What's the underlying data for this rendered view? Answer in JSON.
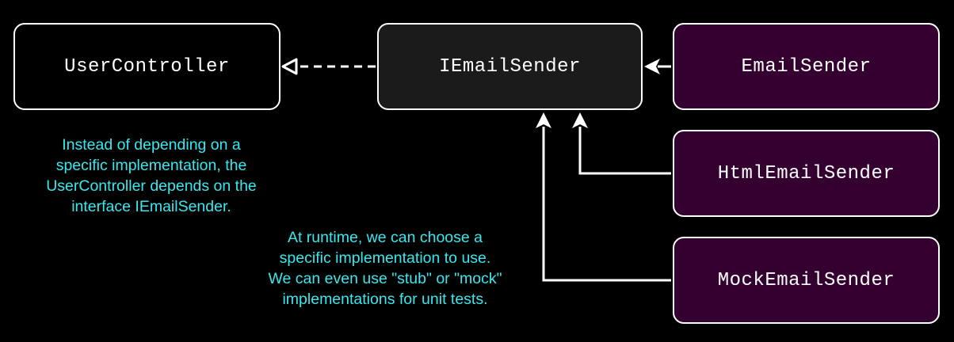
{
  "diagram": {
    "boxes": {
      "user_controller": "UserController",
      "interface": "IEmailSender",
      "email_sender": "EmailSender",
      "html_email_sender": "HtmlEmailSender",
      "mock_email_sender": "MockEmailSender"
    },
    "notes": {
      "dependency": [
        "Instead of depending on a",
        "specific implementation, the",
        "UserController depends on the",
        "interface IEmailSender."
      ],
      "runtime": [
        "At runtime, we can choose a",
        "specific implementation to use.",
        "We can even use \"stub\" or \"mock\"",
        "implementations for unit tests."
      ]
    },
    "colors": {
      "background": "#000000",
      "border": "#ffffff",
      "interface_fill": "#1b1b1b",
      "implementation_fill": "#33002f",
      "note_text": "#38e8ef"
    }
  }
}
